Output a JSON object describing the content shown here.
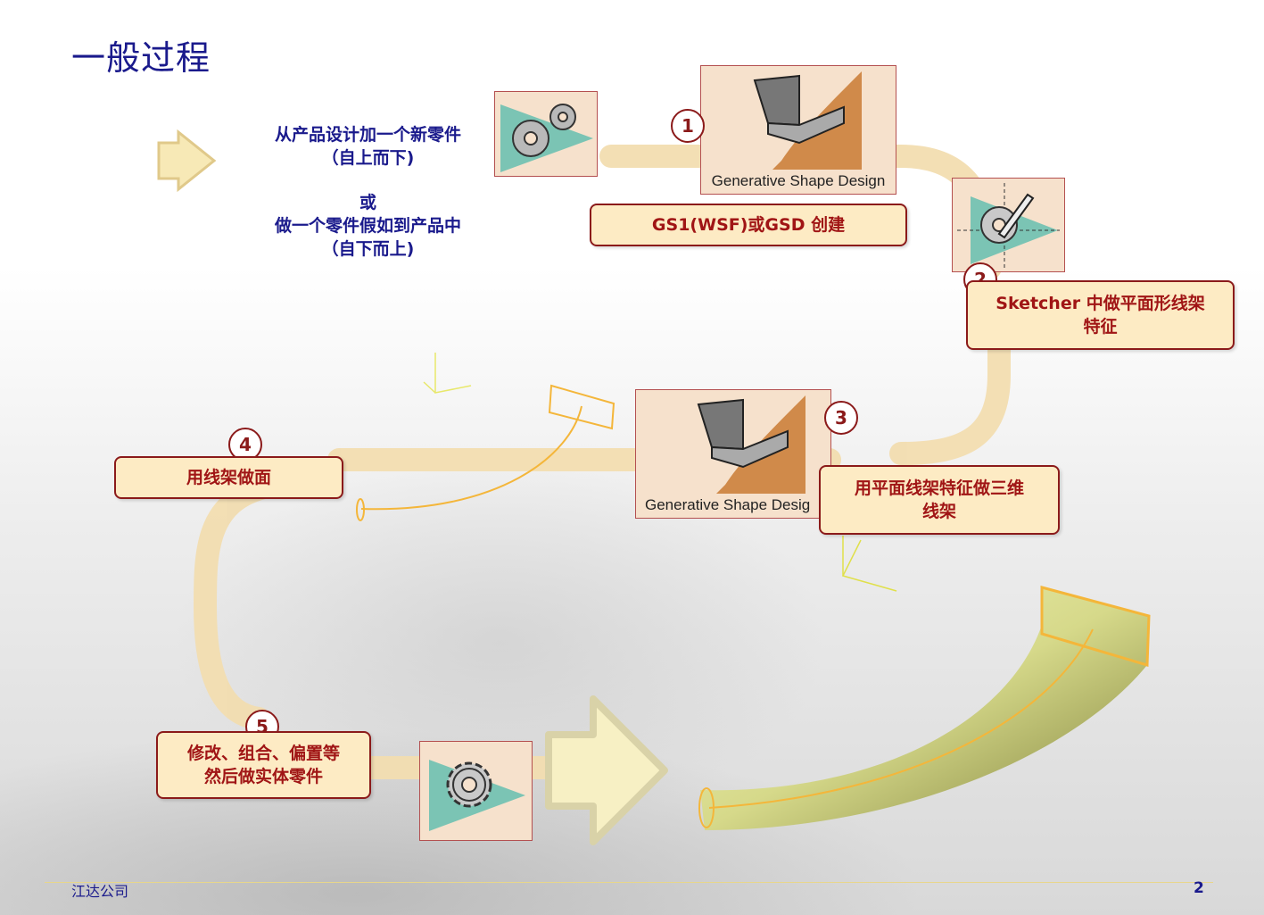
{
  "title": "一般过程",
  "intro": {
    "line1": "从产品设计加一个新零件",
    "line2": "（自上而下)",
    "line3": "或",
    "line4": "做一个零件假如到产品中",
    "line5": "（自下而上)"
  },
  "steps": [
    {
      "number": "1",
      "label": "GS1(WSF)或GSD 创建"
    },
    {
      "number": "2",
      "label_line1": "Sketcher 中做平面形线架",
      "label_line2": "特征"
    },
    {
      "number": "3",
      "label_line1": "用平面线架特征做三维",
      "label_line2": "线架"
    },
    {
      "number": "4",
      "label": "用线架做面"
    },
    {
      "number": "5",
      "label_line1": "修改、组合、偏置等",
      "label_line2": "然后做实体零件"
    }
  ],
  "tiles": {
    "gsd_top": "Generative Shape Design",
    "gsd_mid": "Generative Shape Desig"
  },
  "footer": {
    "company": "江达公司",
    "page": "2"
  },
  "colors": {
    "title": "#1a1a8c",
    "box_fill": "#fdebc4",
    "box_border": "#8b1a1a",
    "box_text": "#a01515",
    "path": "#f2ddb0",
    "wire": "#f4b63a"
  }
}
